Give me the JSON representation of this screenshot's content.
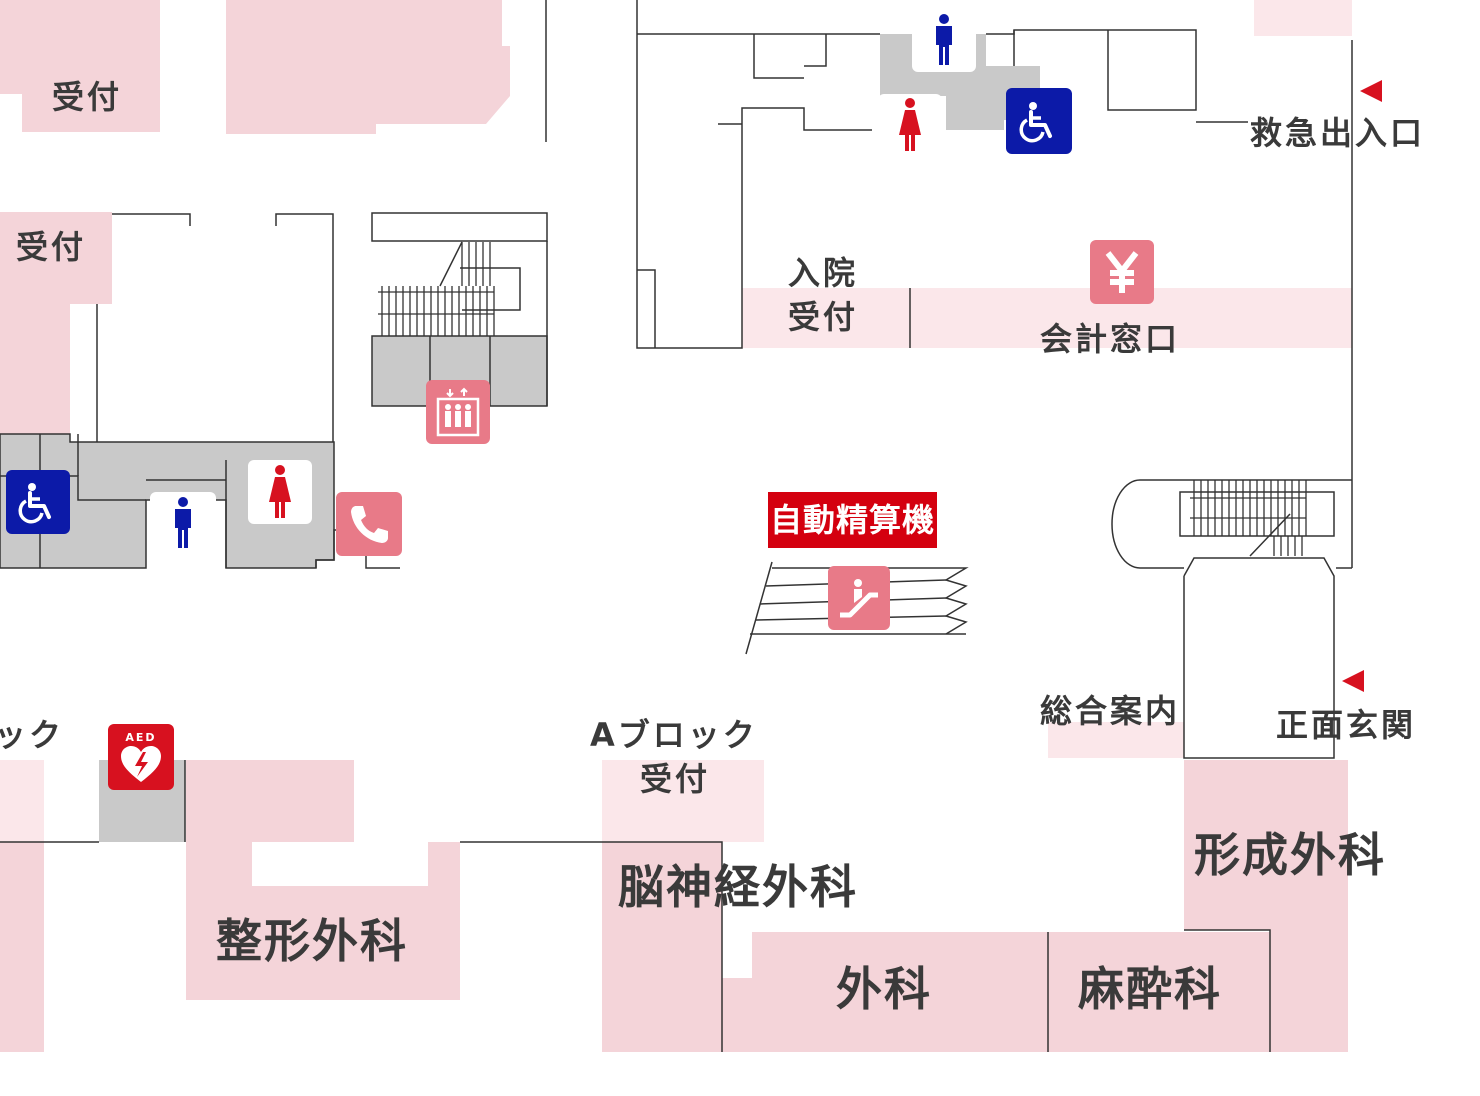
{
  "labels": {
    "reception_top_left": "受付",
    "reception_left": "受付",
    "nyuin": "入院",
    "nyuin_uketsuke": "受付",
    "kaikei": "会計窓口",
    "emergency_entrance": "救急出入口",
    "auto_payment": "自動精算機",
    "sogo_annai": "総合案内",
    "main_entrance": "正面玄関",
    "block_left_partial": "ック",
    "a_block": "Aブロック",
    "a_block_uketsuke": "受付",
    "seikei_geka": "整形外科",
    "noshinkei_geka": "脳神経外科",
    "geka": "外科",
    "masui_ka": "麻酔科",
    "keisei_geka": "形成外科",
    "aed": "AED"
  },
  "icons": {
    "wheelchair": "wheelchair-icon",
    "male": "male-restroom-icon",
    "female": "female-restroom-icon",
    "elevator": "elevator-icon",
    "phone": "phone-icon",
    "escalator": "escalator-icon",
    "yen": "yen-cashier-icon",
    "aed": "aed-icon",
    "arrow": "triangle-arrow-icon"
  },
  "colors": {
    "room_pink": "#f4d4d9",
    "light_pink": "#fbe7ea",
    "gray_area": "#c9c9c9",
    "wall": "#333333",
    "wheelchair_blue": "#0c1aa8",
    "male_blue": "#0c1aa8",
    "female_red": "#d7111f",
    "facility_pink": "#e87a88",
    "alert_red": "#d4000f"
  }
}
